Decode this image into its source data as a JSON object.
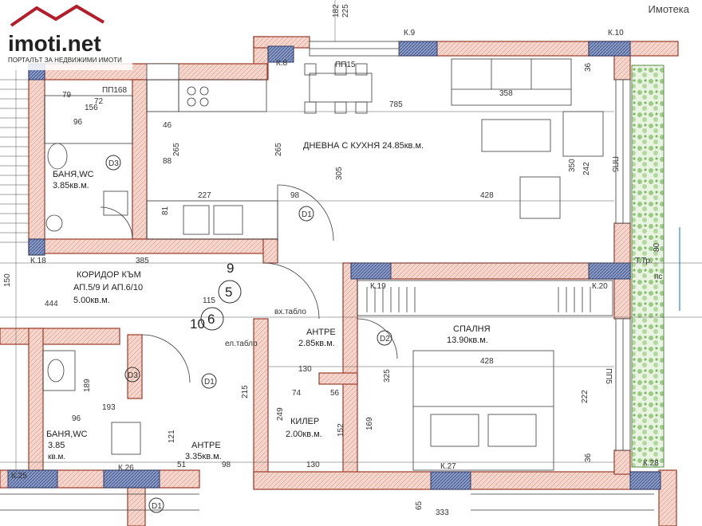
{
  "brand": {
    "logo_text": "imoti.net",
    "tagline": "ПОРТАЛЪТ ЗА НЕДВИЖИМИ ИМОТИ",
    "watermark": "Имотека"
  },
  "colors": {
    "wall_fill": "#f6d6cc",
    "wall_stroke": "#9b3a2a",
    "column_fill": "#6a7ba8",
    "garden": "#a9cf93",
    "line": "#3a3a3a",
    "accent_red": "#c0392b"
  },
  "rooms": [
    {
      "key": "living",
      "name": "ДНЕВНА С КУХНЯ 24.85кв.м."
    },
    {
      "key": "bedroom_title",
      "name": "СПАЛНЯ"
    },
    {
      "key": "bedroom_area",
      "name": "13.90кв.м."
    },
    {
      "key": "bath1_title",
      "name": "БАНЯ,WC"
    },
    {
      "key": "bath1_area",
      "name": "3.85кв.м."
    },
    {
      "key": "corridor1",
      "name": "КОРИДОР КЪМ"
    },
    {
      "key": "corridor2",
      "name": "АП.5/9 И АП.6/10"
    },
    {
      "key": "corridor3",
      "name": "5.00кв.м."
    },
    {
      "key": "entry1_title",
      "name": "АНТРЕ"
    },
    {
      "key": "entry1_area",
      "name": "2.85кв.м."
    },
    {
      "key": "storage_title",
      "name": "КИЛЕР"
    },
    {
      "key": "storage_area",
      "name": "2.00кв.м."
    },
    {
      "key": "bath2_title",
      "name": "БАНЯ,WC"
    },
    {
      "key": "bath2_area",
      "name": "3.85"
    },
    {
      "key": "bath2_unit",
      "name": "кв.м."
    },
    {
      "key": "entry2_title",
      "name": "АНТРЕ"
    },
    {
      "key": "entry2_area",
      "name": "3.35кв.м."
    }
  ],
  "column_tags": [
    "К.9",
    "К.10",
    "К.8",
    "К.18",
    "К.19",
    "К.20",
    "К.25",
    "К.26",
    "К.27",
    "К.28"
  ],
  "window_tags": [
    "ПП15",
    "ПП168",
    "ПП5",
    "ПП5"
  ],
  "door_tags": [
    "D1",
    "D2",
    "D3",
    "D3",
    "D1",
    "D1"
  ],
  "apartment_numbers": [
    "9",
    "5",
    "10",
    "6"
  ],
  "misc": [
    "вх.табло",
    "ел.табло",
    "Т.Тр.",
    "пс"
  ],
  "dimensions": [
    "182",
    "225",
    "79",
    "72",
    "156",
    "358",
    "785",
    "96",
    "46",
    "88",
    "265",
    "265",
    "305",
    "350",
    "242",
    "428",
    "227",
    "98",
    "81",
    "444",
    "385",
    "115",
    "215",
    "150",
    "325",
    "222",
    "428",
    "189",
    "74",
    "56",
    "130",
    "152",
    "169",
    "249",
    "96",
    "193",
    "121",
    "51",
    "98",
    "80",
    "130",
    "36",
    "36",
    "65",
    "333"
  ]
}
